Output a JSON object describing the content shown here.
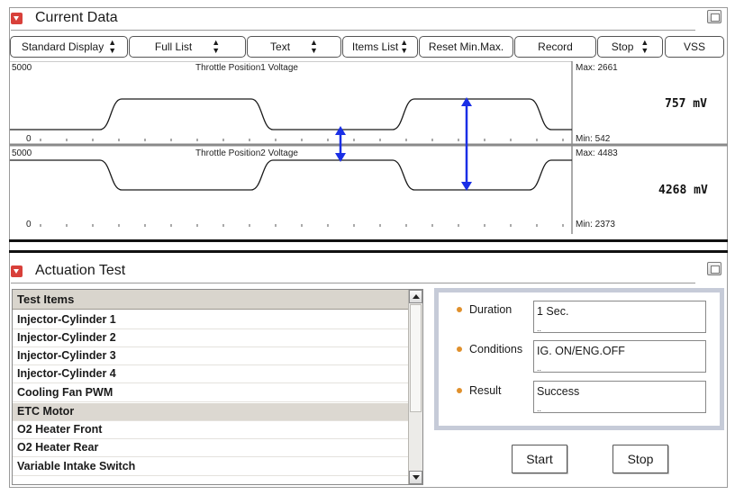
{
  "current_data": {
    "title": "Current Data",
    "toolbar": [
      {
        "label": "Standard Display",
        "dropdown": true
      },
      {
        "label": "Full List",
        "dropdown": true
      },
      {
        "label": "Text",
        "dropdown": true
      },
      {
        "label": "Items List",
        "dropdown": true
      },
      {
        "label": "Reset Min.Max.",
        "dropdown": false
      },
      {
        "label": "Record",
        "dropdown": false
      },
      {
        "label": "Stop",
        "dropdown": true
      },
      {
        "label": "VSS",
        "dropdown": false
      }
    ],
    "graphs": [
      {
        "name": "Throttle Position1 Voltage",
        "ymax_label": "5000",
        "ymin_label": "0",
        "max_label": "Max: 2661",
        "min_label": "Min: 542",
        "value": "757 mV"
      },
      {
        "name": "Throttle Position2 Voltage",
        "ymax_label": "5000",
        "ymin_label": "0",
        "max_label": "Max: 4483",
        "min_label": "Min: 2373",
        "value": "4268 mV"
      }
    ],
    "annotation_color": "#1a2fe6"
  },
  "actuation_test": {
    "title": "Actuation Test",
    "list_header": "Test Items",
    "items": [
      "Injector-Cylinder 1",
      "Injector-Cylinder 2",
      "Injector-Cylinder 3",
      "Injector-Cylinder 4",
      "Cooling Fan PWM",
      "ETC Motor",
      "O2 Heater Front",
      "O2 Heater Rear",
      "Variable Intake Switch"
    ],
    "selected_item": "ETC Motor",
    "params": {
      "duration_label": "Duration",
      "duration_value": "1 Sec.",
      "conditions_label": "Conditions",
      "conditions_value": "IG. ON/ENG.OFF",
      "result_label": "Result",
      "result_value": "Success"
    },
    "start_label": "Start",
    "stop_label": "Stop"
  }
}
